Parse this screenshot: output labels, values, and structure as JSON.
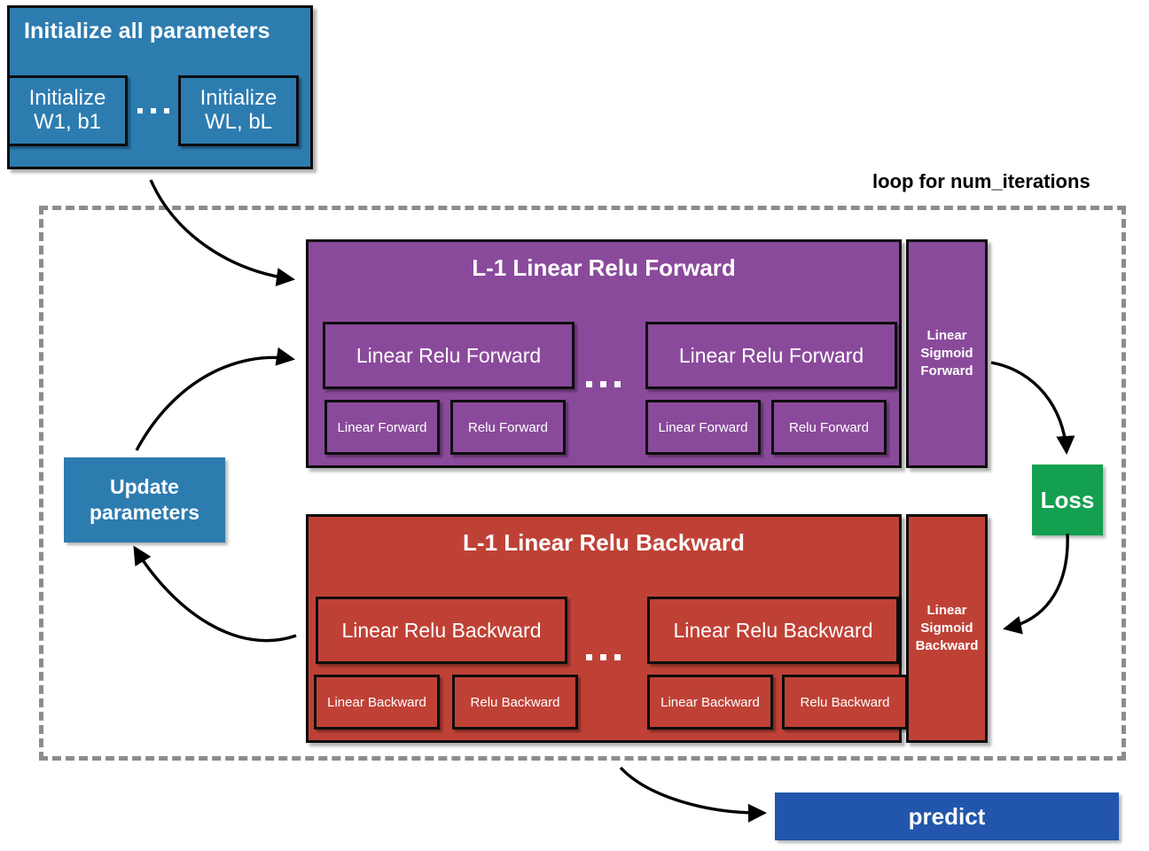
{
  "diagram": {
    "title_hidden": "",
    "colors": {
      "blue": "#2d7cb0",
      "purple": "#8a4a9b",
      "red": "#bf4136",
      "green": "#13a050",
      "navy": "#2156ac",
      "outline": "#0d0d0d",
      "loop_border": "#8c8c8c",
      "text_on_fill": "#ffffff"
    }
  },
  "init_group": {
    "title": "Initialize all parameters",
    "cells": [
      {
        "label": "Initialize\nW1, b1"
      },
      {
        "label": "Initialize\nWL, bL"
      }
    ],
    "ellipsis": "..."
  },
  "loop": {
    "label": "loop for num_iterations"
  },
  "forward": {
    "title": "L-1 Linear Relu Forward",
    "groups": [
      {
        "label": "Linear Relu Forward",
        "children": [
          "Linear Forward",
          "Relu Forward"
        ]
      },
      {
        "label": "Linear Relu Forward",
        "children": [
          "Linear Forward",
          "Relu Forward"
        ]
      }
    ],
    "ellipsis": "...",
    "sigmoid": {
      "label": "Linear\nSigmoid\nForward"
    }
  },
  "backward": {
    "title": "L-1 Linear Relu Backward",
    "groups": [
      {
        "label": "Linear Relu Backward",
        "children": [
          "Linear Backward",
          "Relu Backward"
        ]
      },
      {
        "label": "Linear Relu Backward",
        "children": [
          "Linear Backward",
          "Relu Backward"
        ]
      }
    ],
    "ellipsis": "...",
    "sigmoid": {
      "label": "Linear\nSigmoid\nBackward"
    }
  },
  "update": {
    "label": "Update\nparameters"
  },
  "loss": {
    "label": "Loss"
  },
  "predict": {
    "label": "predict"
  }
}
